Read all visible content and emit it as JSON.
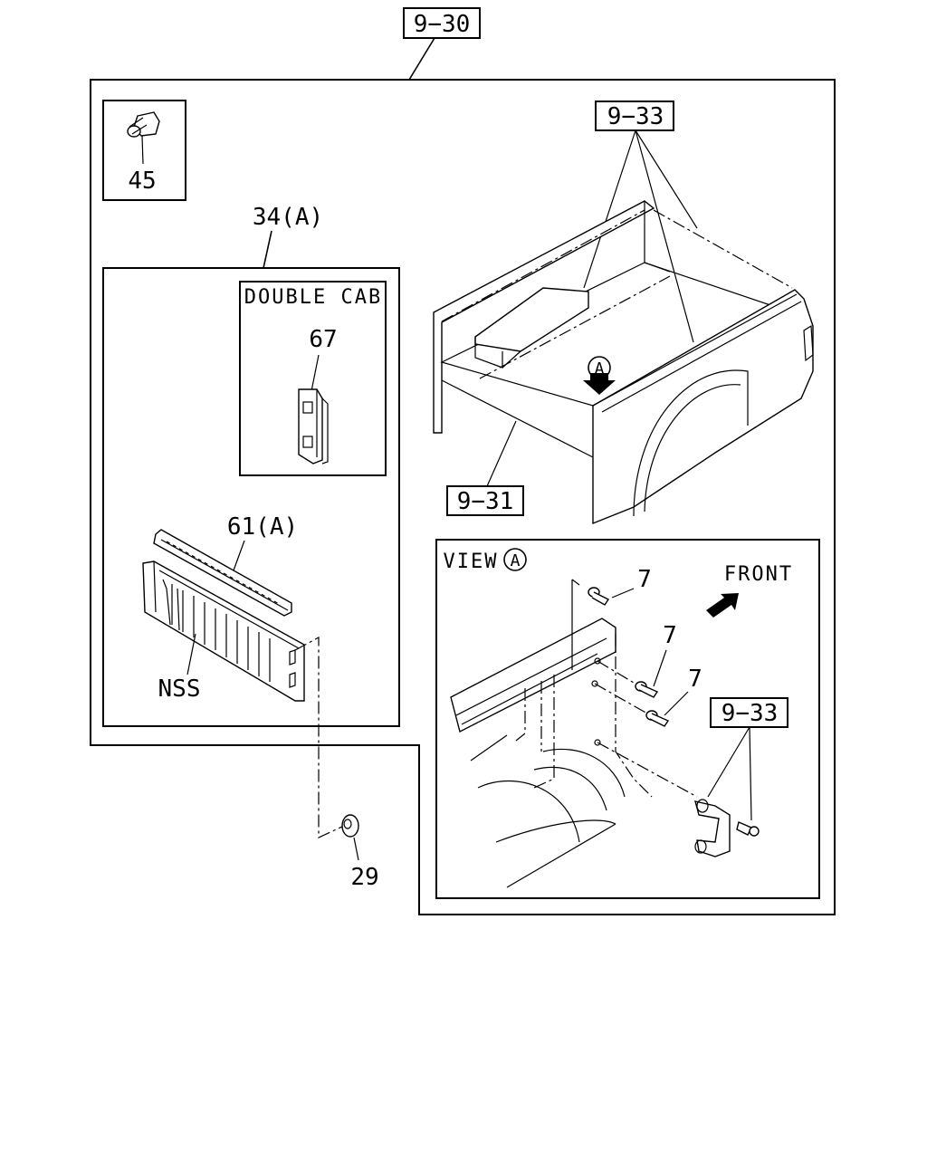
{
  "diagram": {
    "ref_top": "9−30",
    "ref_bed_rails": "9−33",
    "ref_bed": "9−31",
    "ref_view_hooks": "9−33",
    "part_45": "45",
    "part_34a": "34(A)",
    "double_cab": "DOUBLE CAB",
    "part_67": "67",
    "part_61a": "61(A)",
    "nss": "NSS",
    "part_29": "29",
    "view_label": "VIEW",
    "view_marker": "A",
    "bed_marker": "A",
    "front": "FRONT",
    "part_7a": "7",
    "part_7b": "7",
    "part_7c": "7"
  }
}
